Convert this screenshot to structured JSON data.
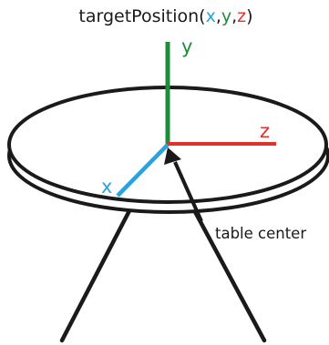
{
  "title": {
    "prefix": "targetPosition(",
    "x": "x",
    "sep1": ",",
    "y": "y",
    "sep2": ",",
    "z": "z",
    "suffix": ")"
  },
  "axes": {
    "x": {
      "label": "x",
      "color": "#29a3dd"
    },
    "y": {
      "label": "y",
      "color": "#1e8c3c"
    },
    "z": {
      "label": "z",
      "color": "#e0322b"
    }
  },
  "annotation": {
    "label": "table center"
  },
  "colors": {
    "ink": "#1a1a1a",
    "background": "#ffffff"
  }
}
